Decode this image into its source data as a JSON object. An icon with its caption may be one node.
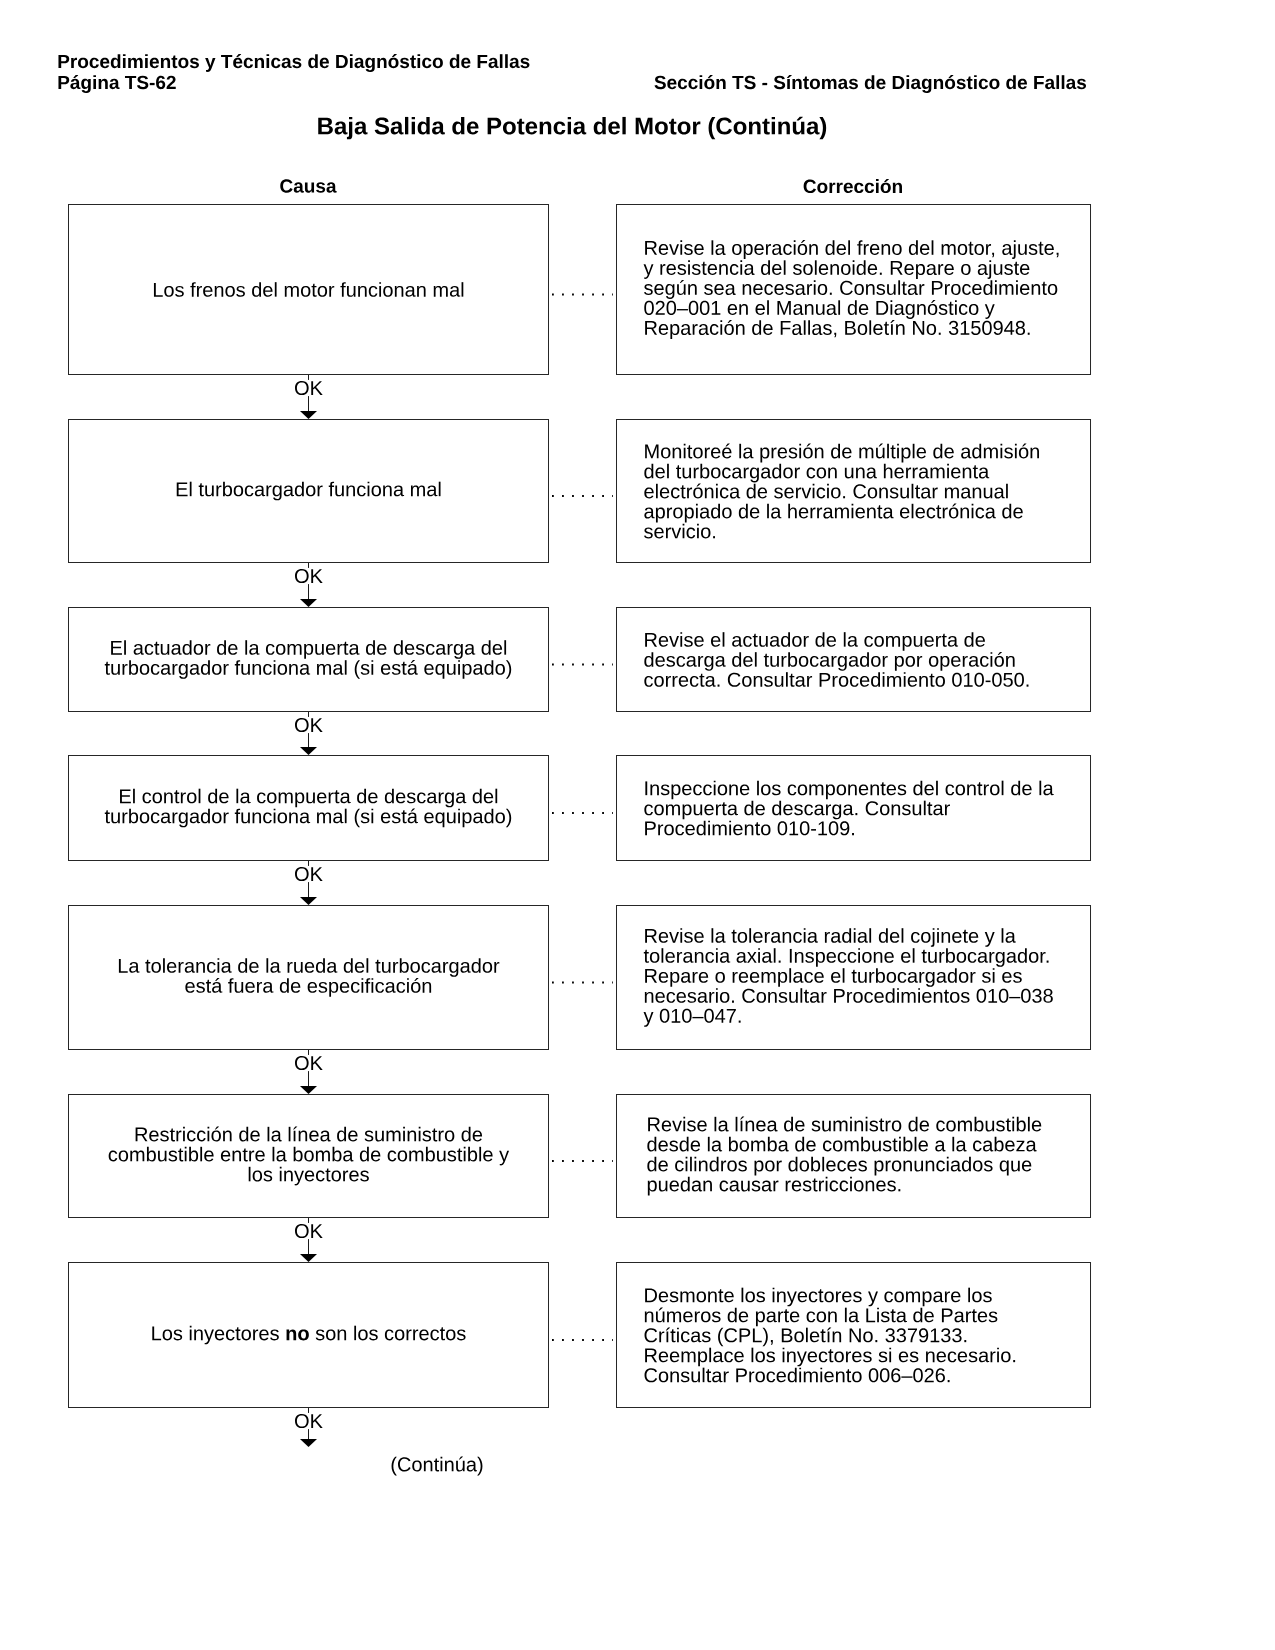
{
  "diagram": {
    "title": "Baja Salida de Potencia del Motor (Continúa)",
    "nodes": [
      {
        "text": [
          "Los frenos del motor funcionan mal"
        ]
      },
      {
        "text": [
          "Revise la operación del freno del motor, ajuste, y resistencia del solenoide. Repare o ajuste según sea necesario. Consultar Procedimiento 020–001 en el Manual de Diagnóstico y Reparación de Fallas, Boletín No. 3150948."
        ]
      },
      {
        "text": [
          "El turbocargador funciona mal"
        ]
      },
      {
        "text": [
          "Monitoreé la presión de múltiple de admisión del turbocargador con una herramienta electrónica de servicio. Consultar manual apropiado de la herramienta electrónica de servicio."
        ]
      },
      {
        "text": [
          "El actuador de la compuerta de descarga del turbocargador funciona mal (si está equipado)"
        ]
      },
      {
        "text": [
          "Revise el actuador de la compuerta de descarga del turbocargador por operación correcta. Consultar Procedimiento 010-050."
        ]
      },
      {
        "text": [
          "El control de la compuerta de descarga del turbocargador funciona mal (si está equipado)"
        ]
      },
      {
        "text": [
          "Inspeccione los componentes del control de la compuerta de descarga. Consultar Procedimiento 010-109."
        ]
      },
      {
        "text": [
          "La tolerancia de la rueda del turbocargador está fuera de especificación"
        ]
      },
      {
        "text": [
          "Revise la tolerancia radial del cojinete y la tolerancia axial. Inspeccione el turbocargador. Repare o reemplace el turbocargador si es necesario. Consultar Procedimientos 010–038 y 010–047."
        ]
      },
      {
        "text": [
          "Restricción de la línea de suministro de combustible entre la bomba de combustible y los inyectores"
        ]
      },
      {
        "text": [
          "Revise la línea de suministro de combustible desde la bomba de combustible a la cabeza de cilindros por dobleces pronunciados que puedan causar restricciones."
        ]
      },
      {
        "text": [
          "Los inyectores **no** son los correctos"
        ]
      },
      {
        "text": [
          "Desmonte los inyectores y compare los números de parte con la Lista de Partes Críticas (CPL), Boletín No. 3379133. Reemplace los inyectores si es necesario. Consultar Procedimiento 006–026."
        ]
      }
    ],
    "edges": [
      {
        "from": 0,
        "to": 1,
        "arrow": "none",
        "style": "dashed"
      },
      {
        "from": 0,
        "to": 2,
        "arrow": "to",
        "label": "OK"
      },
      {
        "from": 2,
        "to": 3,
        "arrow": "none",
        "style": "dashed"
      },
      {
        "from": 2,
        "to": 4,
        "arrow": "to",
        "label": "OK"
      },
      {
        "from": 4,
        "to": 5,
        "arrow": "none",
        "style": "dashed"
      },
      {
        "from": 4,
        "to": 6,
        "arrow": "to",
        "label": "OK"
      },
      {
        "from": 6,
        "to": 7,
        "arrow": "none",
        "style": "dashed"
      },
      {
        "from": 6,
        "to": 8,
        "arrow": "to",
        "label": "OK"
      },
      {
        "from": 8,
        "to": 9,
        "arrow": "none",
        "style": "dashed"
      },
      {
        "from": 8,
        "to": 10,
        "arrow": "to",
        "label": "OK"
      },
      {
        "from": 10,
        "to": 11,
        "arrow": "none",
        "style": "dashed"
      },
      {
        "from": 10,
        "to": 12,
        "arrow": "to",
        "label": "OK"
      },
      {
        "from": 12,
        "to": 13,
        "arrow": "none",
        "style": "dashed"
      },
      {
        "from": 12,
        "to": null,
        "arrow": "to",
        "label": "OK"
      }
    ],
    "labels": [
      "Procedimientos y Técnicas de Diagnóstico de Fallas",
      "Página TS-62",
      "Sección TS - Síntomas de Diagnóstico de Fallas",
      "Causa",
      "Corrección",
      "(Continúa)"
    ]
  }
}
